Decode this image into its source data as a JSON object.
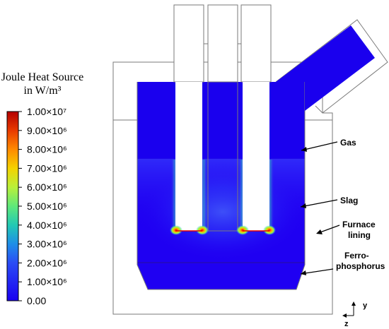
{
  "legend": {
    "title_line1": "Joule Heat Source",
    "title_line2": "in W/m³",
    "ticks": [
      "1.00×10⁷",
      "9.00×10⁶",
      "8.00×10⁶",
      "7.00×10⁶",
      "6.00×10⁶",
      "5.00×10⁶",
      "4.00×10⁶",
      "3.00×10⁶",
      "2.00×10⁶",
      "1.00×10⁶",
      "0.00"
    ],
    "colors": [
      "#b40000",
      "#e83a00",
      "#ff8a00",
      "#f4d200",
      "#b9f03a",
      "#5ee87a",
      "#22c9b4",
      "#1e8ee8",
      "#2a4cf5",
      "#1a00f0"
    ]
  },
  "labels": {
    "gas": "Gas",
    "slag": "Slag",
    "lining_line1": "Furnace",
    "lining_line2": "lining",
    "ferro_line1": "Ferro-",
    "ferro_line2": "phosphorus"
  },
  "axes": {
    "y": "y",
    "z": "z"
  },
  "colors": {
    "field_base": "#1f00f2",
    "field_gas": "#1a00ee",
    "outline": "#7a7a7a",
    "hot_spot": "#e60000"
  }
}
